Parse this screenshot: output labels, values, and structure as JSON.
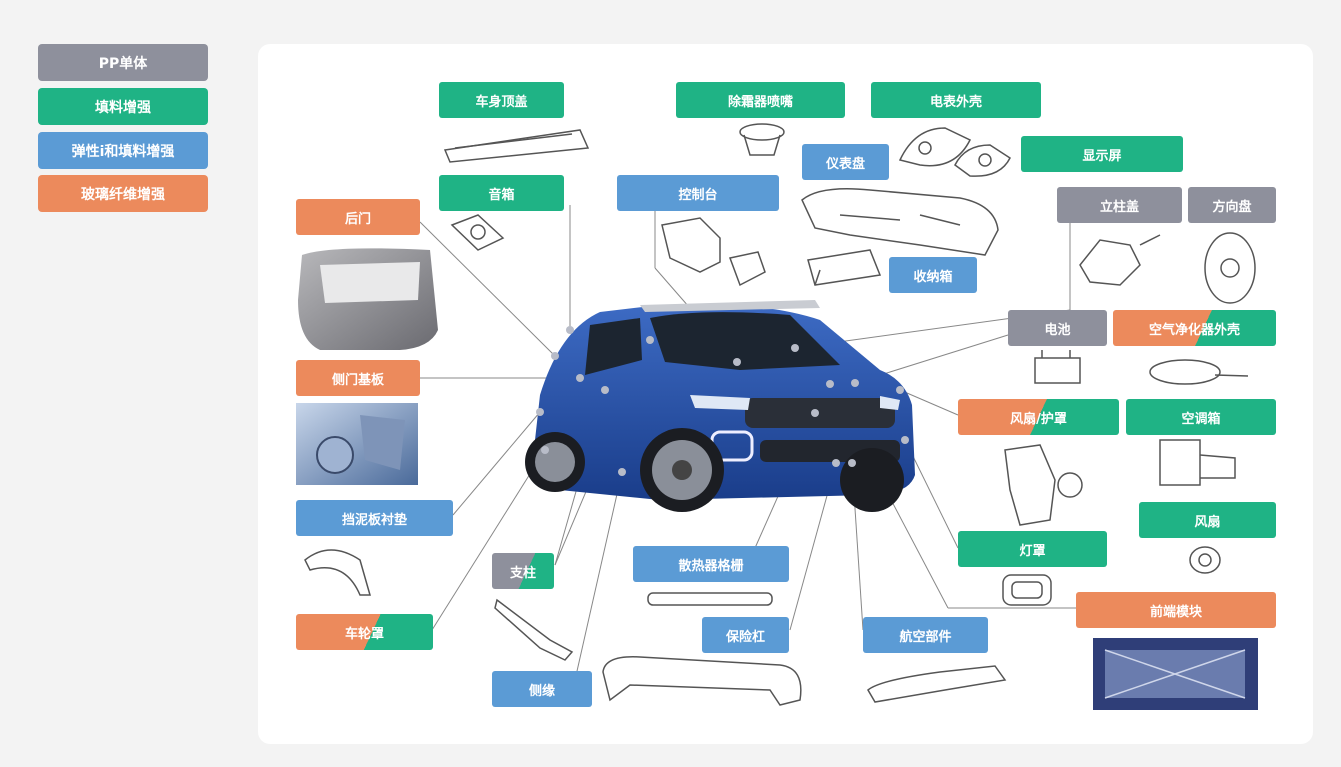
{
  "colors": {
    "pp": "#8e909c",
    "filler": "#1fb385",
    "elastic": "#5b9bd5",
    "glass": "#ec8a5c"
  },
  "legend": [
    {
      "label": "PP单体",
      "type": "pp"
    },
    {
      "label": "填料增强",
      "type": "filler"
    },
    {
      "label": "弹性i和填料增强",
      "type": "elastic"
    },
    {
      "label": "玻璃纤维增强",
      "type": "glass"
    }
  ],
  "parts": {
    "roof": "车身顶盖",
    "speaker": "音箱",
    "rear_door": "后门",
    "side_door": "侧门基板",
    "mudguard": "挡泥板衬垫",
    "wheel_cover": "车轮罩",
    "pillar": "支柱",
    "side_trim": "侧缘",
    "defrost": "除霜器喷嘴",
    "console": "控制台",
    "meter_housing": "电表外壳",
    "dashboard": "仪表盘",
    "storage": "收纳箱",
    "display": "显示屏",
    "pillar_cover": "立柱盖",
    "steering": "方向盘",
    "battery": "电池",
    "air_purifier": "空气净化器外壳",
    "fan_shroud": "风扇/护罩",
    "ac_box": "空调箱",
    "fan": "风扇",
    "lamp": "灯罩",
    "radiator_grille": "散热器格栅",
    "bumper": "保险杠",
    "aero": "航空部件",
    "front_module": "前端模块"
  }
}
